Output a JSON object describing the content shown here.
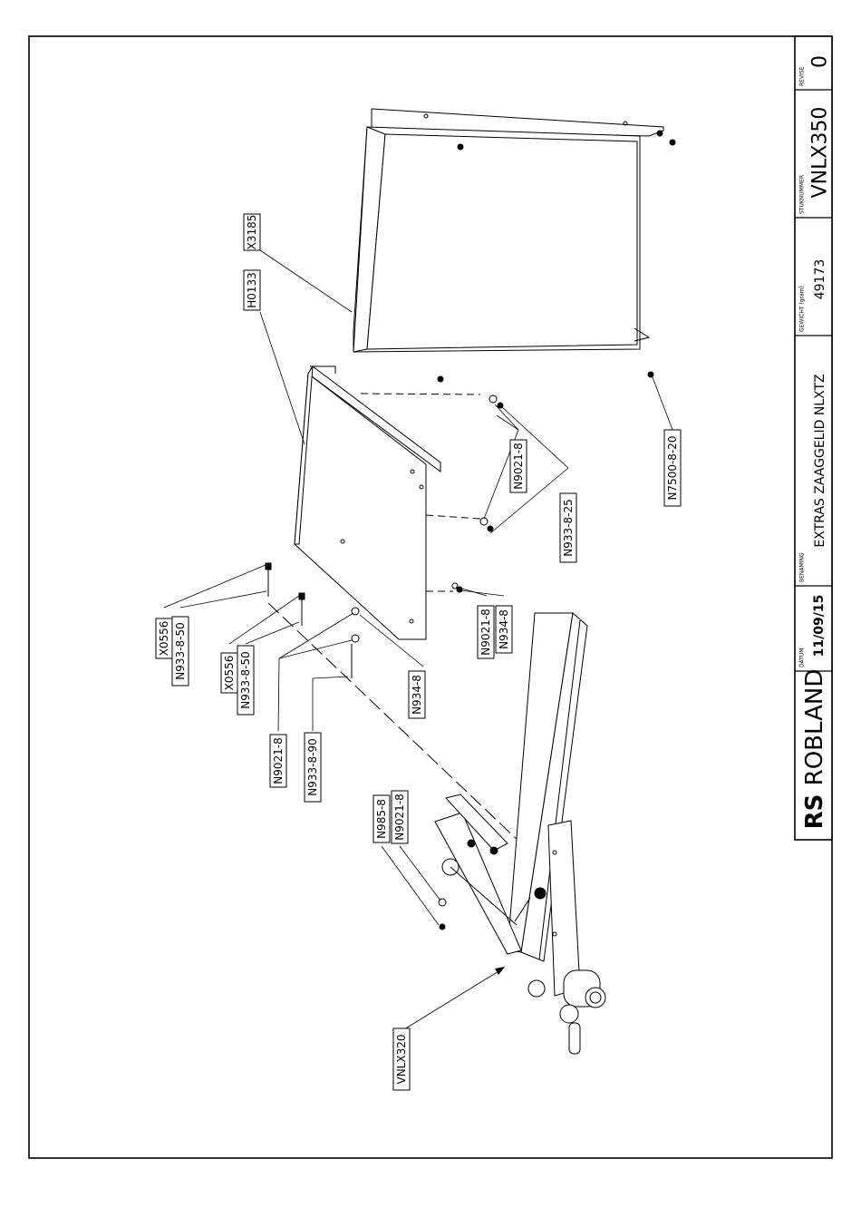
{
  "labels": [
    {
      "id": "x3185",
      "text": "X3185"
    },
    {
      "id": "h0133",
      "text": "H0133"
    },
    {
      "id": "n9021-8-a",
      "text": "N9021-8"
    },
    {
      "id": "n933-8-25",
      "text": "N933-8-25"
    },
    {
      "id": "n7500-8-20",
      "text": "N7500-8-20"
    },
    {
      "id": "n9021-8-b",
      "text": "N9021-8"
    },
    {
      "id": "n934-8-a",
      "text": "N934-8"
    },
    {
      "id": "x0556-a",
      "text": "X0556"
    },
    {
      "id": "n933-8-50-a",
      "text": "N933-8-50"
    },
    {
      "id": "x0556-b",
      "text": "X0556"
    },
    {
      "id": "n933-8-50-b",
      "text": "N933-8-50"
    },
    {
      "id": "n934-8-b",
      "text": "N934-8"
    },
    {
      "id": "n9021-8-c",
      "text": "N9021-8"
    },
    {
      "id": "n933-8-90",
      "text": "N933-8-90"
    },
    {
      "id": "n985-8",
      "text": "N985-8"
    },
    {
      "id": "n9021-8-d",
      "text": "N9021-8"
    },
    {
      "id": "vnlx320",
      "text": "VNLX320"
    }
  ],
  "title_block": {
    "brand_logo": "RS",
    "brand_name": "ROBLAND",
    "date_label": "DATUM",
    "date_value": "11/09/15",
    "name_label": "BENAMING",
    "name_value": "EXTRAS ZAAGGELID NLXTZ",
    "weight_label": "GEWICHT (gram)",
    "weight_value": "49173",
    "part_label": "STUKNUMMER",
    "part_value": "VNLX350",
    "rev_label": "REVISE",
    "rev_value": "0"
  }
}
